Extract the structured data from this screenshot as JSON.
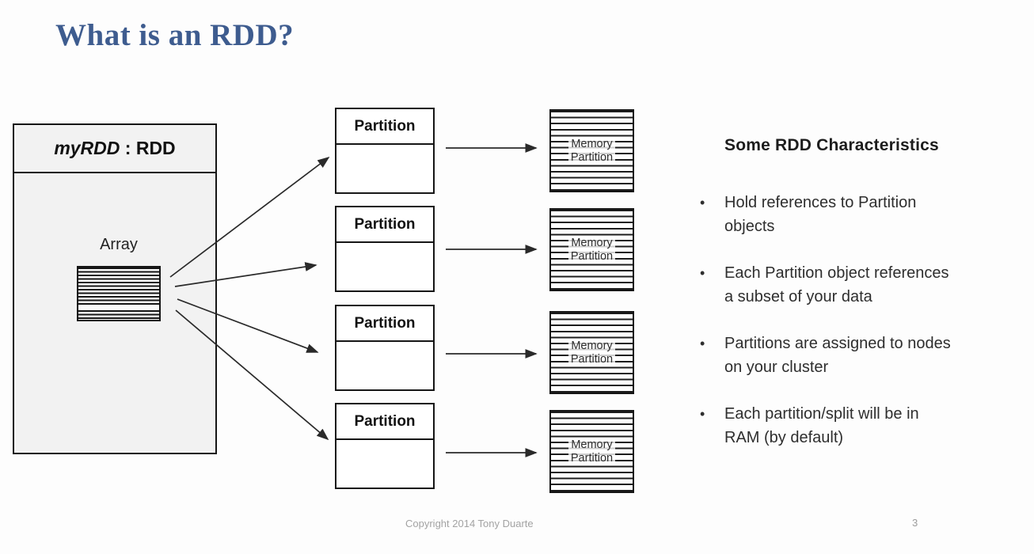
{
  "slide": {
    "title": "What is an RDD?",
    "title_color": "#3e5c8f"
  },
  "diagram": {
    "rdd_box": {
      "name_italic": "myRDD",
      "name_suffix": " : RDD",
      "array_label": "Array"
    },
    "partitions": [
      {
        "label": "Partition"
      },
      {
        "label": "Partition"
      },
      {
        "label": "Partition"
      },
      {
        "label": "Partition"
      }
    ],
    "memory_partitions": [
      {
        "line1": "Memory",
        "line2": "Partition"
      },
      {
        "line1": "Memory",
        "line2": "Partition"
      },
      {
        "line1": "Memory",
        "line2": "Partition"
      },
      {
        "line1": "Memory",
        "line2": "Partition"
      }
    ],
    "arrow_color": "#2a2a2a"
  },
  "characteristics": {
    "heading": "Some RDD Characteristics",
    "bullets": [
      "Hold references to Partition objects",
      "Each Partition object references a subset of your data",
      "Partitions are assigned to nodes on your cluster",
      "Each partition/split will be in RAM (by default)"
    ]
  },
  "footer": {
    "copyright": "Copyright 2014 Tony Duarte",
    "page_number": "3"
  }
}
